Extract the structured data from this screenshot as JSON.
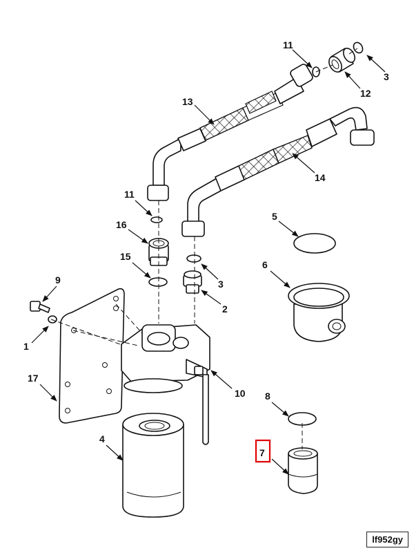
{
  "callouts": {
    "c1": "1",
    "c2": "2",
    "c3a": "3",
    "c3b": "3",
    "c4": "4",
    "c5": "5",
    "c6": "6",
    "c7": "7",
    "c8": "8",
    "c9": "9",
    "c10": "10",
    "c11a": "11",
    "c11b": "11",
    "c12": "12",
    "c13": "13",
    "c14": "14",
    "c16": "16",
    "c15": "15",
    "c17": "17"
  },
  "highlighted_callout": "7",
  "highlight_color": "#e00000",
  "reference_code": "lf952gy"
}
